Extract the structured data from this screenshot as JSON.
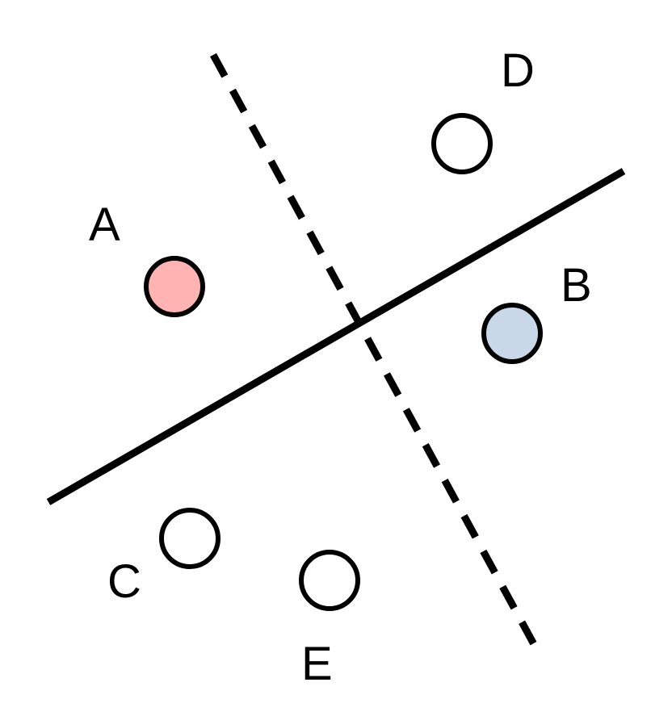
{
  "diagram": {
    "points": [
      {
        "label": "A",
        "fill": "#ffb3b3"
      },
      {
        "label": "B",
        "fill": "#c8d8e8"
      },
      {
        "label": "C",
        "fill": "#ffffff"
      },
      {
        "label": "D",
        "fill": "#ffffff"
      },
      {
        "label": "E",
        "fill": "#ffffff"
      }
    ],
    "lines": [
      {
        "style": "solid",
        "color": "#000000"
      },
      {
        "style": "dashed",
        "color": "#000000"
      }
    ]
  }
}
